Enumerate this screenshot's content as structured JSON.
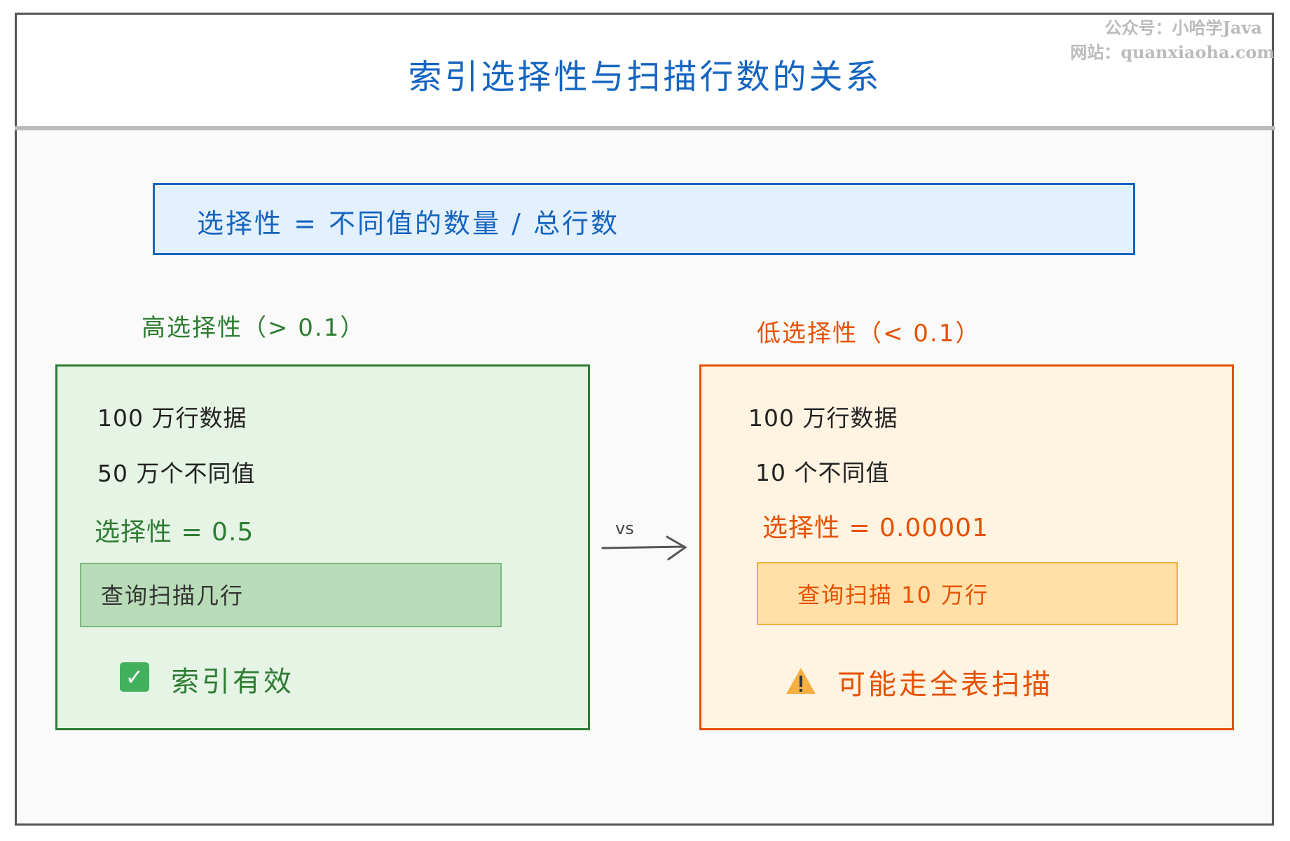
{
  "title": "索引选择性与扫描行数的关系",
  "watermark": {
    "line1": "公众号：小哈学Java",
    "line2": "网站：quanxiaoha.com"
  },
  "formula": "选择性 = 不同值的数量 / 总行数",
  "high": {
    "heading": "高选择性（> 0.1）",
    "rows": "100 万行数据",
    "distinct": "50 万个不同值",
    "selectivity": "选择性 = 0.5",
    "scan": "查询扫描几行",
    "result": "索引有效",
    "icon": "check-icon",
    "color": "#2e7d32"
  },
  "vs_label": "vs",
  "low": {
    "heading": "低选择性（< 0.1）",
    "rows": "100 万行数据",
    "distinct": "10 个不同值",
    "selectivity": "选择性 = 0.00001",
    "scan": "查询扫描 10 万行",
    "result": "可能走全表扫描",
    "icon": "warning-icon",
    "color": "#e65100"
  }
}
